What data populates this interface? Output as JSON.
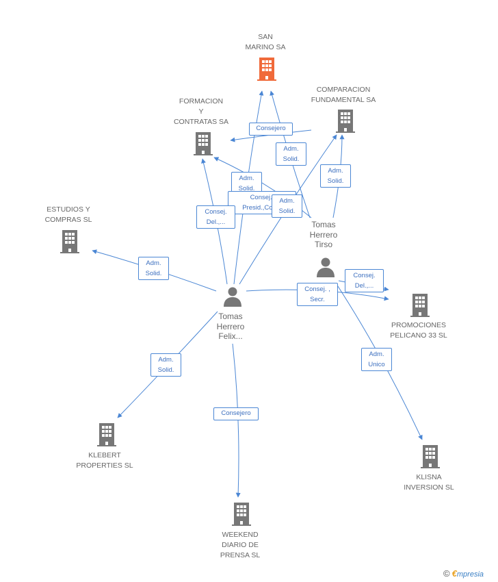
{
  "companies": {
    "san_marino": "SAN\nMARINO SA",
    "comparacion": "COMPARACION\nFUNDAMENTAL SA",
    "formacion": "FORMACION\nY\nCONTRATAS SA",
    "estudios": "ESTUDIOS Y\nCOMPRAS SL",
    "promociones": "PROMOCIONES\nPELICANO 33 SL",
    "klebert": "KLEBERT\nPROPERTIES  SL",
    "weekend": "WEEKEND\nDIARIO DE\nPRENSA SL",
    "klisna": "KLISNA\nINVERSION SL"
  },
  "people": {
    "tirso": "Tomas\nHerrero\nTirso",
    "felix": "Tomas\nHerrero\nFelix..."
  },
  "relations": {
    "consejero_top": "Consejero",
    "adm_solid_a": "Adm.\nSolid.",
    "adm_solid_b": "Adm.\nSolid.",
    "adm_solid_c": "Adm.\nSolid.",
    "adm_solid_d": "Adm.\nSolid.",
    "consej_presid": "Consej.,\nPresid.,Con...",
    "consej_del_left": "Consej.\nDel.,...",
    "adm_solid_estudios": "Adm.\nSolid.",
    "consej_del_right": "Consej.\nDel.,...",
    "consej_secr": "Consej. ,\nSecr.",
    "adm_unico": "Adm.\nUnico",
    "adm_solid_klebert": "Adm.\nSolid.",
    "consejero_weekend": "Consejero"
  },
  "colors": {
    "highlight_building": "#f06a3a",
    "building": "#777777",
    "person": "#777777",
    "edge": "#4a86d4",
    "label_border": "#4a86d4",
    "label_text": "#3c6fbf"
  },
  "brand": {
    "copyright": "©",
    "e": "€",
    "rest": "mpresia"
  }
}
